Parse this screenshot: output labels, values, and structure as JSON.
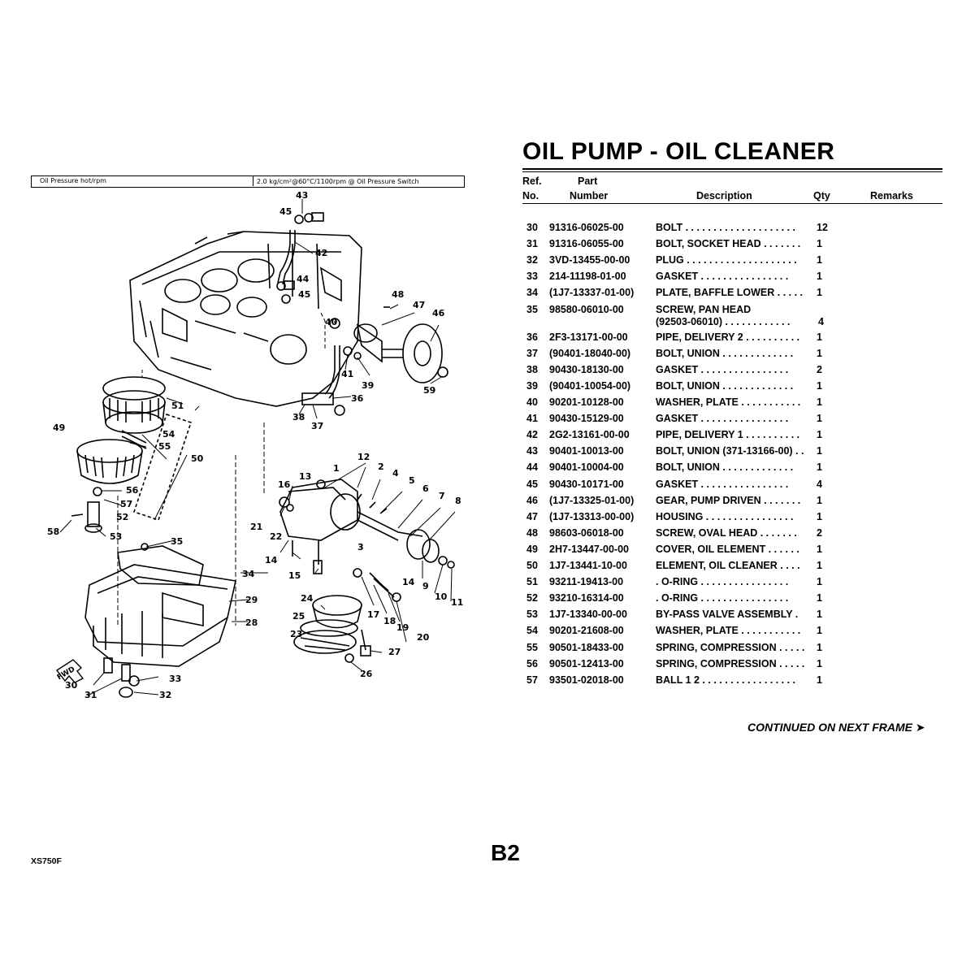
{
  "title": "OIL PUMP - OIL CLEANER",
  "columns": {
    "ref_line1": "Ref.",
    "ref_line2": "No.",
    "part_line1": "Part",
    "part_line2": "Number",
    "description": "Description",
    "qty": "Qty",
    "remarks": "Remarks"
  },
  "parts": [
    {
      "ref": "30",
      "part": "91316-06025-00",
      "desc": "BOLT . . . . . . . . . . . . . . . . . . . .",
      "qty": "12"
    },
    {
      "ref": "31",
      "part": "91316-06055-00",
      "desc": "BOLT, SOCKET HEAD . . . . . . .",
      "qty": "1"
    },
    {
      "ref": "32",
      "part": "3VD-13455-00-00",
      "desc": "PLUG . . . . . . . . . . . . . . . . . . . .",
      "qty": "1"
    },
    {
      "ref": "33",
      "part": "214-11198-01-00",
      "desc": "GASKET  . . . . . . . . . . . . . . . .",
      "qty": "1"
    },
    {
      "ref": "34",
      "part": "(1J7-13337-01-00)",
      "desc": "PLATE, BAFFLE LOWER  . . . . .",
      "qty": "1"
    },
    {
      "ref": "35",
      "part": "98580-06010-00",
      "desc": "SCREW, PAN HEAD",
      "desc2": "(92503-06010)  . . . . . . . . . . . .",
      "qty": "",
      "qty2": "4"
    },
    {
      "ref": "36",
      "part": "2F3-13171-00-00",
      "desc": "PIPE, DELIVERY 2  . . . . . . . . . .",
      "qty": "1"
    },
    {
      "ref": "37",
      "part": "(90401-18040-00)",
      "desc": "BOLT, UNION  . . . . . . . . . . . . .",
      "qty": "1"
    },
    {
      "ref": "38",
      "part": "90430-18130-00",
      "desc": "GASKET  . . . . . . . . . . . . . . . .",
      "qty": "2"
    },
    {
      "ref": "39",
      "part": "(90401-10054-00)",
      "desc": "BOLT, UNION  . . . . . . . . . . . . .",
      "qty": "1"
    },
    {
      "ref": "40",
      "part": "90201-10128-00",
      "desc": "WASHER, PLATE  . . . . . . . . . . .",
      "qty": "1"
    },
    {
      "ref": "41",
      "part": "90430-15129-00",
      "desc": "GASKET  . . . . . . . . . . . . . . . .",
      "qty": "1"
    },
    {
      "ref": "42",
      "part": "2G2-13161-00-00",
      "desc": "PIPE, DELIVERY 1  . . . . . . . . . .",
      "qty": "1"
    },
    {
      "ref": "43",
      "part": "90401-10013-00",
      "desc": "BOLT, UNION (371-13166-00)  . .",
      "qty": "1"
    },
    {
      "ref": "44",
      "part": "90401-10004-00",
      "desc": "BOLT, UNION  . . . . . . . . . . . . .",
      "qty": "1"
    },
    {
      "ref": "45",
      "part": "90430-10171-00",
      "desc": "GASKET  . . . . . . . . . . . . . . . .",
      "qty": "4"
    },
    {
      "ref": "46",
      "part": "(1J7-13325-01-00)",
      "desc": "GEAR, PUMP DRIVEN  . . . . . . .",
      "qty": "1"
    },
    {
      "ref": "47",
      "part": "(1J7-13313-00-00)",
      "desc": "HOUSING  . . . . . . . . . . . . . . . .",
      "qty": "1"
    },
    {
      "ref": "48",
      "part": "98603-06018-00",
      "desc": "SCREW, OVAL HEAD  . . . . . . .",
      "qty": "2"
    },
    {
      "ref": "49",
      "part": "2H7-13447-00-00",
      "desc": "COVER, OIL ELEMENT  . . . . . .",
      "qty": "1"
    },
    {
      "ref": "50",
      "part": "1J7-13441-10-00",
      "desc": "ELEMENT, OIL CLEANER  . . . .",
      "qty": "1"
    },
    {
      "ref": "51",
      "part": "93211-19413-00",
      "desc": ". O-RING  . . . . . . . . . . . . . . . .",
      "qty": "1"
    },
    {
      "ref": "52",
      "part": "93210-16314-00",
      "desc": ". O-RING  . . . . . . . . . . . . . . . .",
      "qty": "1"
    },
    {
      "ref": "53",
      "part": "1J7-13340-00-00",
      "desc": "BY-PASS VALVE ASSEMBLY  .",
      "qty": "1"
    },
    {
      "ref": "54",
      "part": "90201-21608-00",
      "desc": "WASHER, PLATE  . . . . . . . . . . .",
      "qty": "1"
    },
    {
      "ref": "55",
      "part": "90501-18433-00",
      "desc": "SPRING, COMPRESSION  . . . . .",
      "qty": "1"
    },
    {
      "ref": "56",
      "part": "90501-12413-00",
      "desc": "SPRING, COMPRESSION  . . . . .",
      "qty": "1"
    },
    {
      "ref": "57",
      "part": "93501-02018-00",
      "desc": "BALL 1 2  . . . . . . . . . . . . . . . . .",
      "qty": "1"
    }
  ],
  "continued": "CONTINUED ON NEXT FRAME ➤",
  "page_label": "B2",
  "model": "XS750F",
  "diagram": {
    "spec_label": "Oil Pressure hot/rpm",
    "spec_value": "2.0 kg/cm²@60°C/1100rpm @ Oil Pressure Switch",
    "fwd_label": "FWD",
    "callouts": [
      "1",
      "2",
      "3",
      "4",
      "5",
      "6",
      "7",
      "8",
      "9",
      "10",
      "11",
      "12",
      "13",
      "14",
      "15",
      "16",
      "17",
      "18",
      "19",
      "20",
      "21",
      "22",
      "23",
      "24",
      "25",
      "26",
      "27",
      "28",
      "29",
      "30",
      "31",
      "32",
      "33",
      "34",
      "35",
      "36",
      "37",
      "38",
      "39",
      "40",
      "41",
      "42",
      "43",
      "44",
      "45",
      "45",
      "46",
      "47",
      "48",
      "49",
      "50",
      "51",
      "52",
      "53",
      "54",
      "55",
      "56",
      "57",
      "58",
      "59"
    ]
  }
}
